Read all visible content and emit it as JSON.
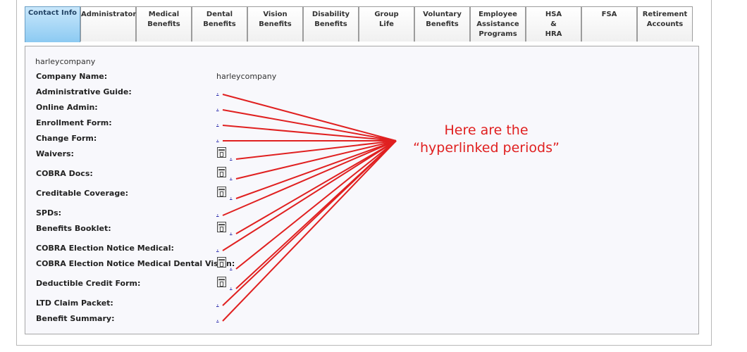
{
  "tabs": [
    {
      "label": "Contact Info",
      "name": "contact-info",
      "active": true
    },
    {
      "label": "Administrator",
      "name": "administrator"
    },
    {
      "label": "Medical\nBenefits",
      "name": "medical-benefits"
    },
    {
      "label": "Dental\nBenefits",
      "name": "dental-benefits"
    },
    {
      "label": "Vision\nBenefits",
      "name": "vision-benefits"
    },
    {
      "label": "Disability\nBenefits",
      "name": "disability-benefits"
    },
    {
      "label": "Group\nLife",
      "name": "group-life"
    },
    {
      "label": "Voluntary\nBenefits",
      "name": "voluntary-benefits"
    },
    {
      "label": "Employee\nAssistance\nPrograms",
      "name": "employee-assistance-programs"
    },
    {
      "label": "HSA\n&\nHRA",
      "name": "hsa-hra"
    },
    {
      "label": "FSA",
      "name": "fsa"
    },
    {
      "label": "Retirement\nAccounts",
      "name": "retirement-accounts"
    }
  ],
  "company": {
    "header": "harleycompany",
    "name_label": "Company Name:",
    "name_value": "harleycompany"
  },
  "rows": [
    {
      "label": "Administrative Guide:",
      "icon": false,
      "link": "."
    },
    {
      "label": "Online Admin:",
      "icon": false,
      "link": "."
    },
    {
      "label": "Enrollment Form:",
      "icon": false,
      "link": "."
    },
    {
      "label": "Change Form:",
      "icon": false,
      "link": "."
    },
    {
      "label": "Waivers:",
      "icon": true,
      "link": "."
    },
    {
      "label": "COBRA Docs:",
      "icon": true,
      "link": "."
    },
    {
      "label": "Creditable Coverage:",
      "icon": true,
      "link": "."
    },
    {
      "label": "SPDs:",
      "icon": false,
      "link": "."
    },
    {
      "label": "Benefits Booklet:",
      "icon": true,
      "link": "."
    },
    {
      "label": "COBRA Election Notice Medical:",
      "icon": false,
      "link": "."
    },
    {
      "label": "COBRA Election Notice Medical Dental Vision:",
      "icon": true,
      "link": "."
    },
    {
      "label": "Deductible Credit Form:",
      "icon": true,
      "link": "."
    },
    {
      "label": "LTD Claim Packet:",
      "icon": false,
      "link": "."
    },
    {
      "label": "Benefit Summary:",
      "icon": false,
      "link": "."
    }
  ],
  "annotation": {
    "line1": "Here are the",
    "line2": "“hyperlinked periods”",
    "color": "#e02020"
  },
  "icons": {
    "document": "document-icon"
  }
}
